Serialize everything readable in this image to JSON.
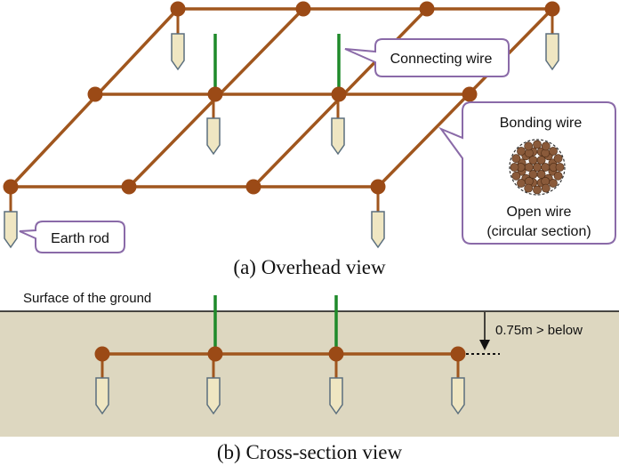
{
  "overhead": {
    "caption": "(a)   Overhead view",
    "callouts": {
      "connecting_wire": "Connecting wire",
      "earth_rod": "Earth rod",
      "bonding_wire": "Bonding wire",
      "open_wire_line1": "Open wire",
      "open_wire_line2": "(circular section)"
    }
  },
  "cross_section": {
    "caption": "(b)   Cross-section view",
    "ground_label": "Surface of the ground",
    "depth_label": "0.75m > below"
  },
  "colors": {
    "wire": "#a0561e",
    "node": "#9b4a16",
    "connecting_wire": "#1f8a2a",
    "rod_fill": "#efe6c2",
    "rod_stroke": "#5b6f7e",
    "callout_border": "#8a6aa8",
    "ground_fill": "#ddd7c0"
  }
}
